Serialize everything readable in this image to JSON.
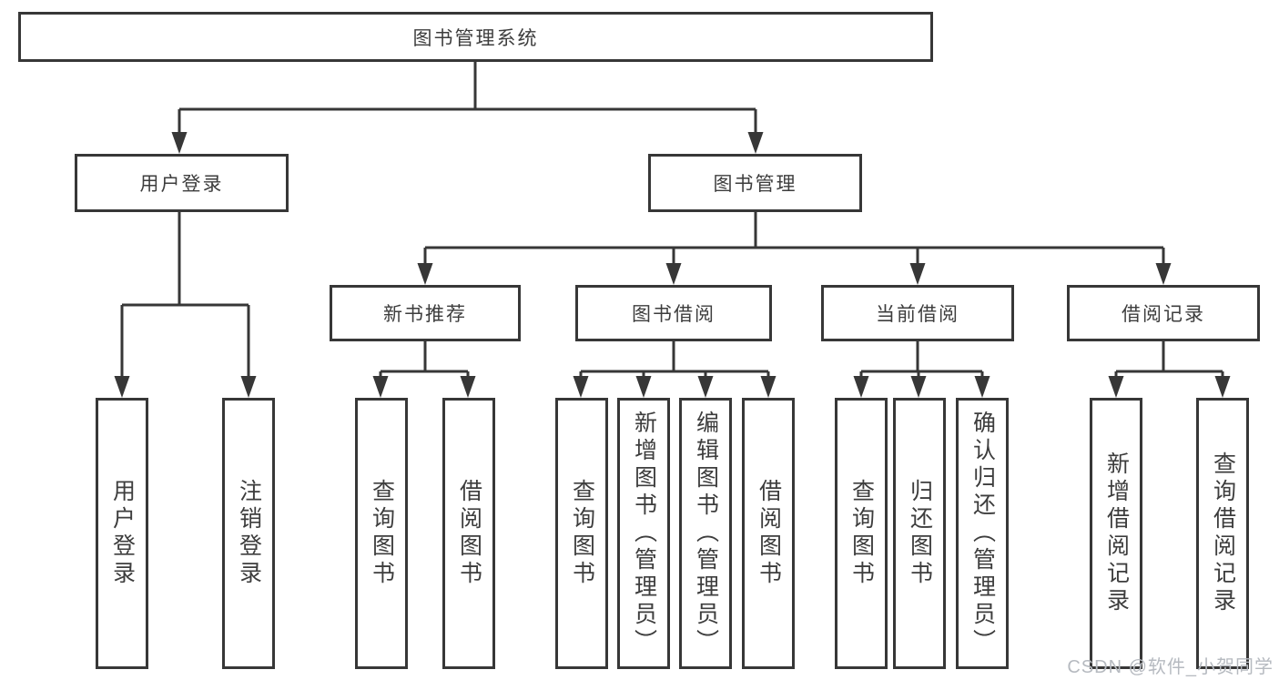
{
  "diagram": {
    "tree": {
      "label": "图书管理系统",
      "children": [
        {
          "label": "用户登录",
          "children": [
            {
              "label": "用户登录"
            },
            {
              "label": "注销登录"
            }
          ]
        },
        {
          "label": "图书管理",
          "children": [
            {
              "label": "新书推荐",
              "children": [
                {
                  "label": "查询图书"
                },
                {
                  "label": "借阅图书"
                }
              ]
            },
            {
              "label": "图书借阅",
              "children": [
                {
                  "label": "查询图书"
                },
                {
                  "label": "新增图书（管理员）"
                },
                {
                  "label": "编辑图书（管理员）"
                },
                {
                  "label": "借阅图书"
                }
              ]
            },
            {
              "label": "当前借阅",
              "children": [
                {
                  "label": "查询图书"
                },
                {
                  "label": "归还图书"
                },
                {
                  "label": "确认归还（管理员）"
                }
              ]
            },
            {
              "label": "借阅记录",
              "children": [
                {
                  "label": "新增借阅记录"
                },
                {
                  "label": "查询借阅记录"
                }
              ]
            }
          ]
        }
      ]
    }
  },
  "watermark": {
    "text": "CSDN @软件_小贺同学"
  },
  "colors": {
    "line": "#373737",
    "box_border": "#373737",
    "text": "#3d3d3d",
    "background": "#ffffff",
    "watermark": "#b6bac0"
  }
}
